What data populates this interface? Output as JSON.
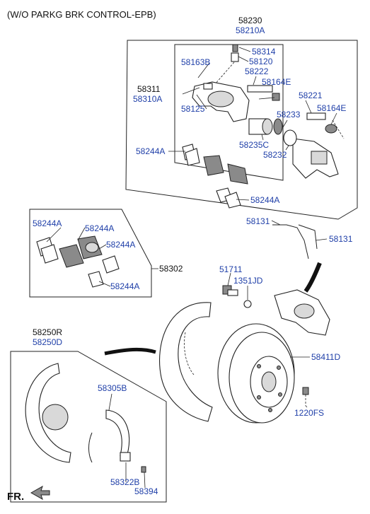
{
  "title": "(W/O PARKG BRK CONTROL-EPB)",
  "direction_label": "FR.",
  "colors": {
    "blue_label": "#1f3fa8",
    "black_label": "#111111",
    "line": "#222222"
  },
  "labels": {
    "p58230": "58230",
    "p58210A": "58210A",
    "p58314": "58314",
    "p58163B": "58163B",
    "p58120": "58120",
    "p58222": "58222",
    "p58311": "58311",
    "p58310A": "58310A",
    "p58164E_a": "58164E",
    "p58221": "58221",
    "p58164E_b": "58164E",
    "p58125": "58125",
    "p58233": "58233",
    "p58235C": "58235C",
    "p58232": "58232",
    "p58244A_1": "58244A",
    "p58244A_2": "58244A",
    "p58131_a": "58131",
    "p58131_b": "58131",
    "p58244A_3": "58244A",
    "p58244A_4": "58244A",
    "p58244A_5": "58244A",
    "p58244A_6": "58244A",
    "p58302": "58302",
    "p51711": "51711",
    "p1351JD": "1351JD",
    "p58250R": "58250R",
    "p58250D": "58250D",
    "p58411D": "58411D",
    "p58305B": "58305B",
    "p1220FS": "1220FS",
    "p58322B": "58322B",
    "p58394": "58394"
  }
}
